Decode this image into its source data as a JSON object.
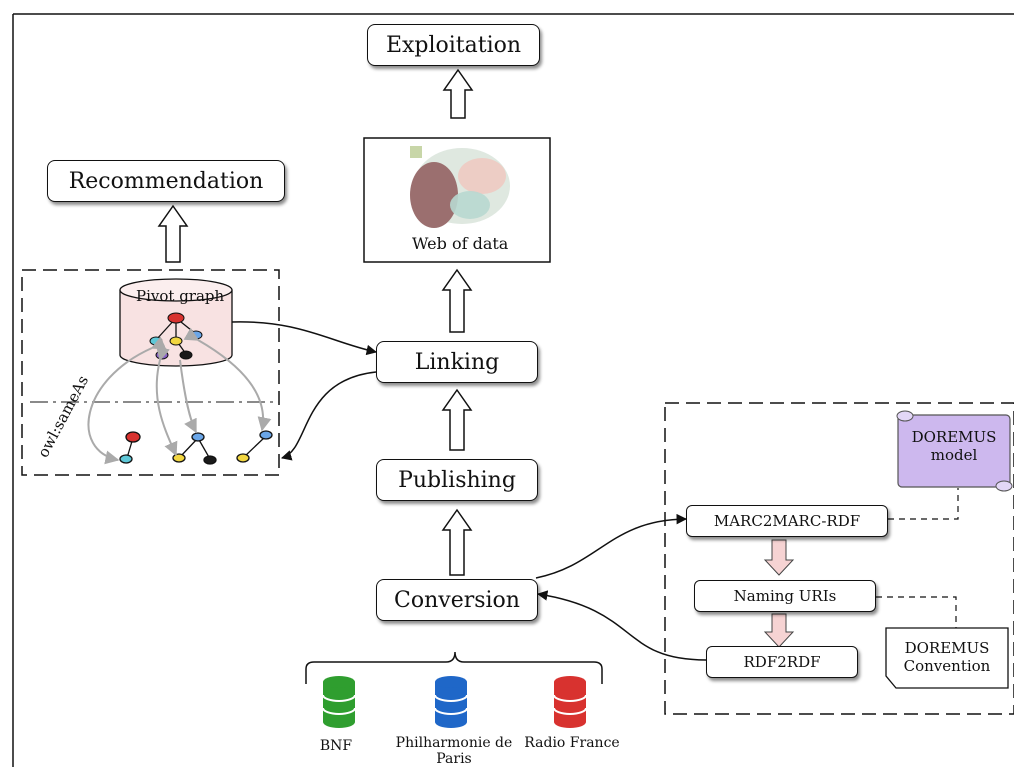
{
  "pipeline": {
    "exploitation": "Exploitation",
    "web_of_data": "Web of data",
    "linking": "Linking",
    "publishing": "Publishing",
    "conversion": "Conversion"
  },
  "recommendation": "Recommendation",
  "pivot_graph": "Pivot graph",
  "same_as": "owl:sameAs",
  "sources": [
    {
      "label": "BNF",
      "color": "#2f9e2f"
    },
    {
      "label": "Philharmonie de Paris",
      "color": "#1f67c8"
    },
    {
      "label": "Radio France",
      "color": "#d8322f"
    }
  ],
  "doremus": {
    "marc2marc": "MARC2MARC-RDF",
    "naming_uris": "Naming URIs",
    "rdf2rdf": "RDF2RDF",
    "model": "DOREMUS model",
    "convention": "DOREMUS Convention"
  },
  "colors": {
    "stroke": "#111111",
    "hollow_arrow": "#ffffff",
    "pink_arrow": "#f6d3d3",
    "cylinder": "#f8e2e2",
    "scroll": "#cdb8ee",
    "node_red": "#d8322f",
    "node_blue": "#6aa6e8",
    "node_cyan": "#5ec8d8",
    "node_yellow": "#f2d640",
    "node_purple": "#8a62c8",
    "node_black": "#1a1a1a"
  }
}
